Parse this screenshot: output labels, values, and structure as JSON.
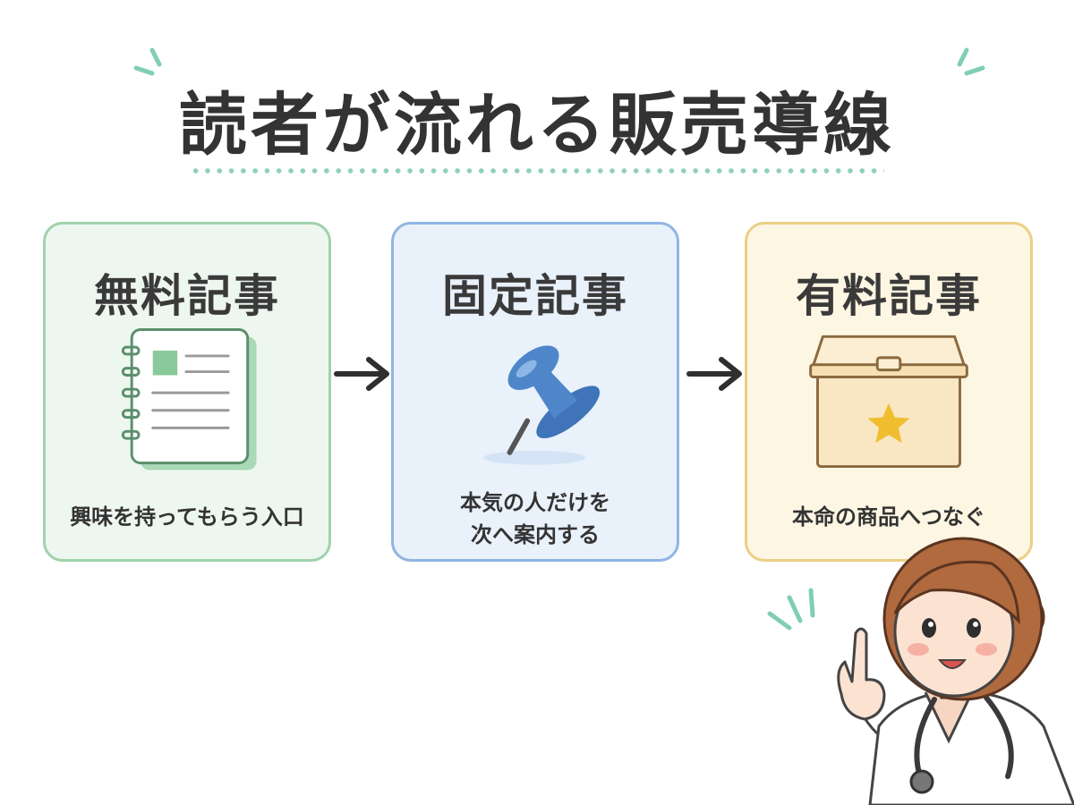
{
  "title": "読者が流れる販売導線",
  "cards": [
    {
      "title": "無料記事",
      "description": "興味を持ってもらう入口",
      "icon": "notebook-icon"
    },
    {
      "title": "固定記事",
      "description_line1": "本気の人だけを",
      "description_line2": "次へ案内する",
      "icon": "pushpin-icon"
    },
    {
      "title": "有料記事",
      "description": "本命の商品へつなぐ",
      "icon": "treasure-box-icon"
    }
  ],
  "colors": {
    "free_bg": "#eef7ef",
    "free_border": "#9fd2ac",
    "fixed_bg": "#e9f1fb",
    "fixed_border": "#8fb5e2",
    "paid_bg": "#fdf6e3",
    "paid_border": "#eccf85",
    "accent_dots": "#8fd1b7",
    "pin": "#4f86c9",
    "star": "#f0bd2f"
  }
}
